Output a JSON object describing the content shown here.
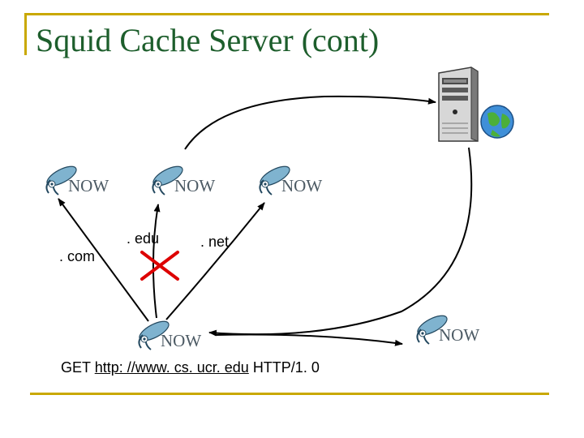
{
  "title": "Squid Cache Server (cont)",
  "labels": {
    "com": ". com",
    "edu": ". edu",
    "net": ". net"
  },
  "request": {
    "method": "GET",
    "url": "http: //www. cs. ucr. edu",
    "version": "HTTP/1. 0"
  },
  "logo_text": "NOW",
  "colors": {
    "title": "#1d5e2c",
    "rule": "#c9a800",
    "reject_mark": "#dd0000",
    "squid_body": "#7fb3cf"
  },
  "icons": {
    "squid_logo": "squid-mascot-icon",
    "server": "server-tower-icon",
    "globe": "globe-icon",
    "reject": "x-mark-icon"
  }
}
